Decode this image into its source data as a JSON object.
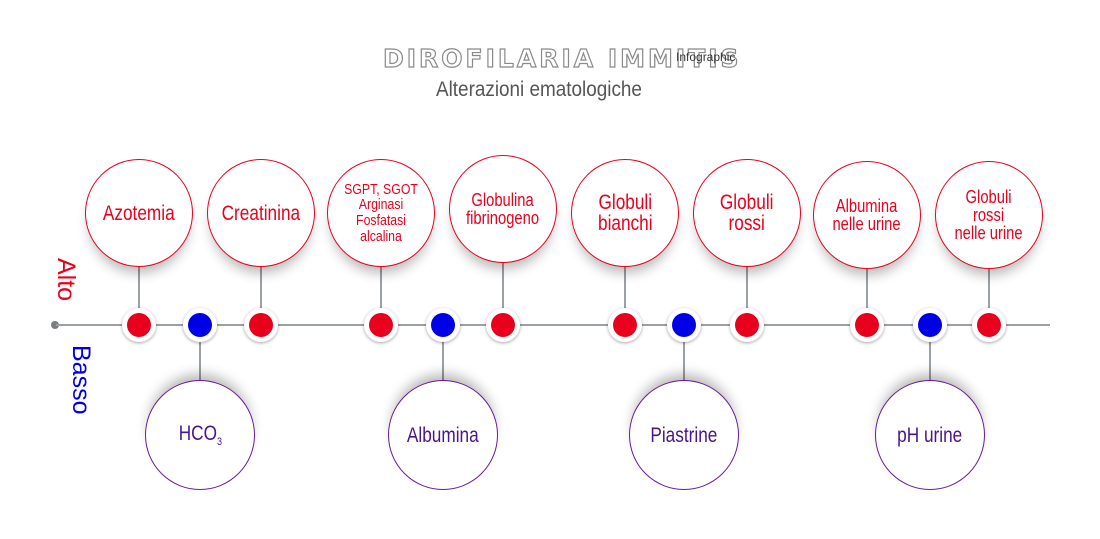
{
  "header": {
    "title": "DIROFILARIA IMMITIS",
    "title_tag": "Infographic",
    "subtitle": "Alterazioni ematologiche"
  },
  "axis": {
    "high_label": "Alto",
    "low_label": "Basso"
  },
  "colors": {
    "high": "#e8001c",
    "low": "#0000e6",
    "low_ring": "#6a1b9a",
    "line": "#9aa0a4"
  },
  "high_items": [
    {
      "label": "Azotemia"
    },
    {
      "label": "Creatinina"
    },
    {
      "label": "SGPT, SGOT\nArginasi\nFosfatasi\nalcalina"
    },
    {
      "label": "Globulina\nfibrinogeno"
    },
    {
      "label": "Globuli\nbianchi"
    },
    {
      "label": "Globuli\nrossi"
    },
    {
      "label": "Albumina\nnelle urine"
    },
    {
      "label": "Globuli\nrossi\nnelle urine"
    }
  ],
  "low_items": [
    {
      "label": "HCO",
      "subscript": "3"
    },
    {
      "label": "Albumina"
    },
    {
      "label": "Piastrine"
    },
    {
      "label": "pH urine"
    }
  ]
}
